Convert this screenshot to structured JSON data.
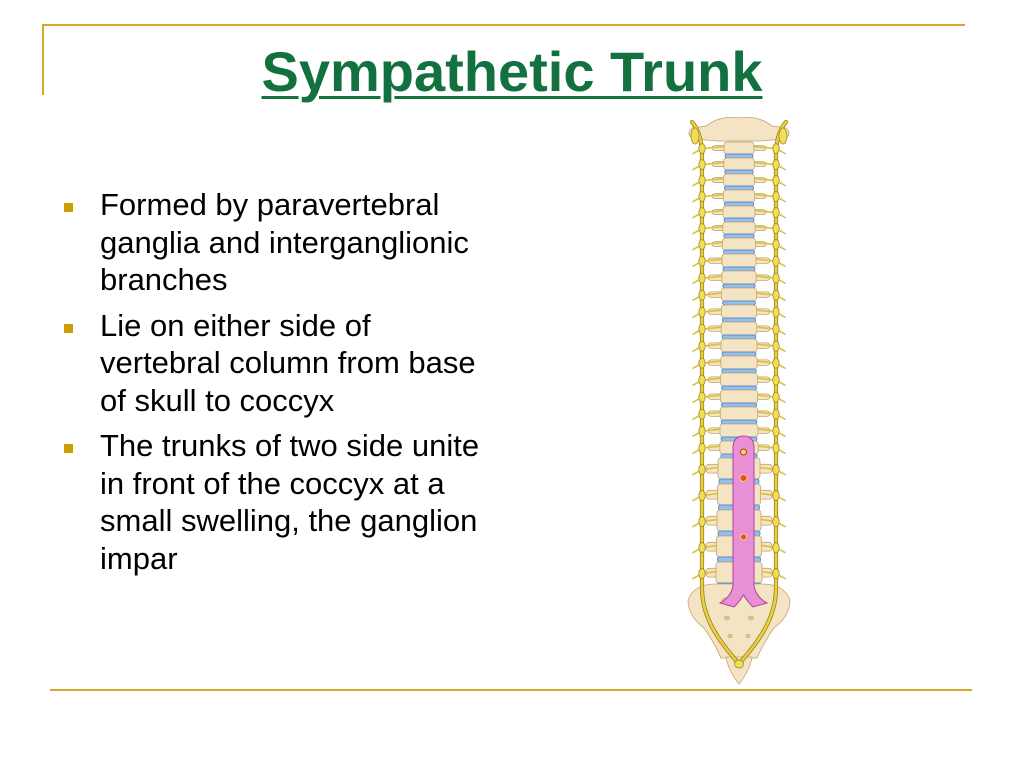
{
  "slide": {
    "title": "Sympathetic Trunk",
    "bullets": [
      "Formed by paravertebral ganglia and interganglionic branches",
      "Lie on either side of vertebral column from base of skull to coccyx",
      "The trunks of two side unite in front of the coccyx at a small swelling, the ganglion impar"
    ],
    "bullet_icon": "square-bullet-icon"
  },
  "colors": {
    "title": "#13703F",
    "body_text": "#000000",
    "frame_line": "#D8A72C",
    "bullet": "#C9A000"
  }
}
